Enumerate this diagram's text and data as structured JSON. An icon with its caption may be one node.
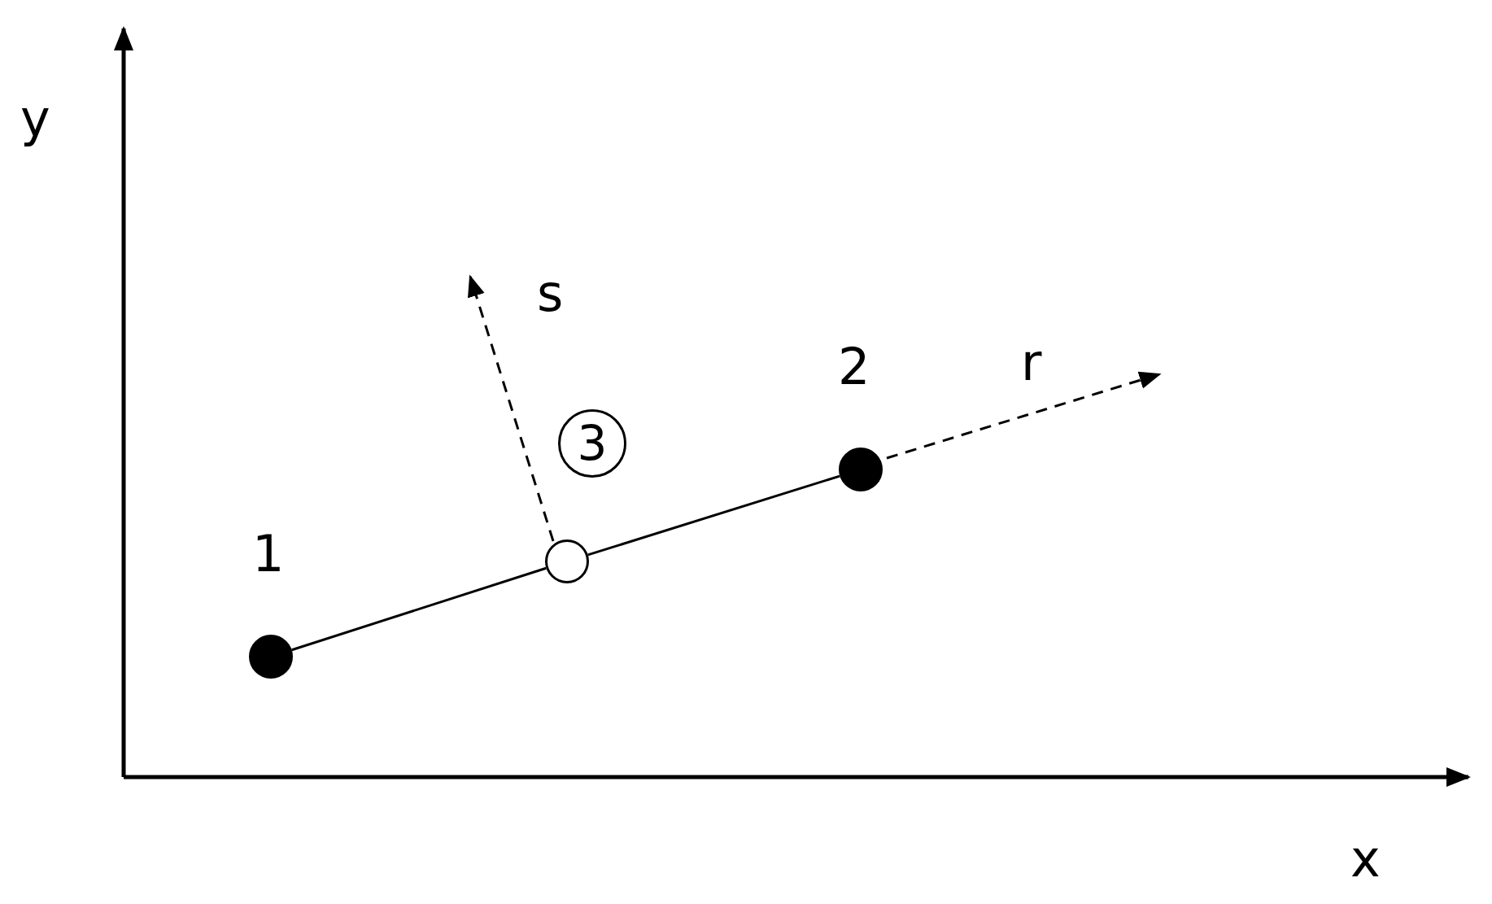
{
  "diagram": {
    "nodes": [
      {
        "text": [],
        "shape": "circle",
        "beside": [
          "1"
        ]
      },
      {
        "text": [],
        "shape": "circle",
        "beside": [
          "2"
        ]
      },
      {
        "text": [],
        "shape": "circle"
      },
      {
        "text": [
          "3"
        ]
      }
    ],
    "edges": [
      {
        "from": 0,
        "to": 2,
        "arrow": "none"
      },
      {
        "from": 2,
        "to": 1,
        "arrow": "none"
      }
    ],
    "labels": [
      "y",
      "s",
      "r",
      "x"
    ]
  }
}
